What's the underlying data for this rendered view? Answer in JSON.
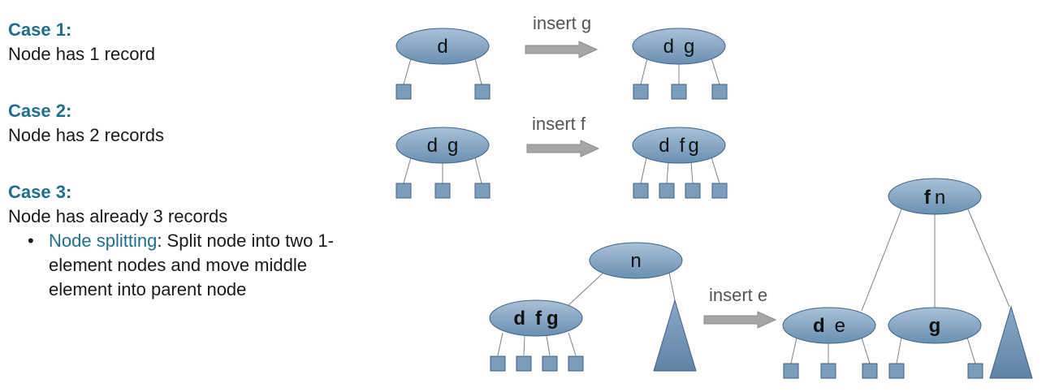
{
  "cases": [
    {
      "title": "Case 1:",
      "desc": "Node has 1 record"
    },
    {
      "title": "Case 2:",
      "desc": "Node has 2 records"
    },
    {
      "title": "Case 3:",
      "desc": "Node has already 3 records",
      "bullet": {
        "term": "Node splitting",
        "text": ": Split node into two 1-element nodes and move middle element into parent node"
      }
    }
  ],
  "nodes": {
    "c1_before": "d",
    "c1_after_1": "d",
    "c1_after_2": "g",
    "c2_before_1": "d",
    "c2_before_2": "g",
    "c2_after_1": "d",
    "c2_after_2": "f",
    "c2_after_3": "g",
    "c3_parent": "n",
    "c3_child_1": "d",
    "c3_child_2": "f",
    "c3_child_3": "g",
    "c3_root_1": "f",
    "c3_root_2": "n",
    "c3_left_1": "d",
    "c3_left_2": "e",
    "c3_right": "g"
  },
  "arrows": {
    "insert_g": "insert g",
    "insert_f": "insert f",
    "insert_e": "insert e"
  },
  "colors": {
    "accent": "#1f6f8b",
    "node_fill_top": "#aac0d6",
    "node_fill_bottom": "#6f93b5",
    "node_stroke": "#3d6386",
    "arrow": "#a6a6a6"
  }
}
